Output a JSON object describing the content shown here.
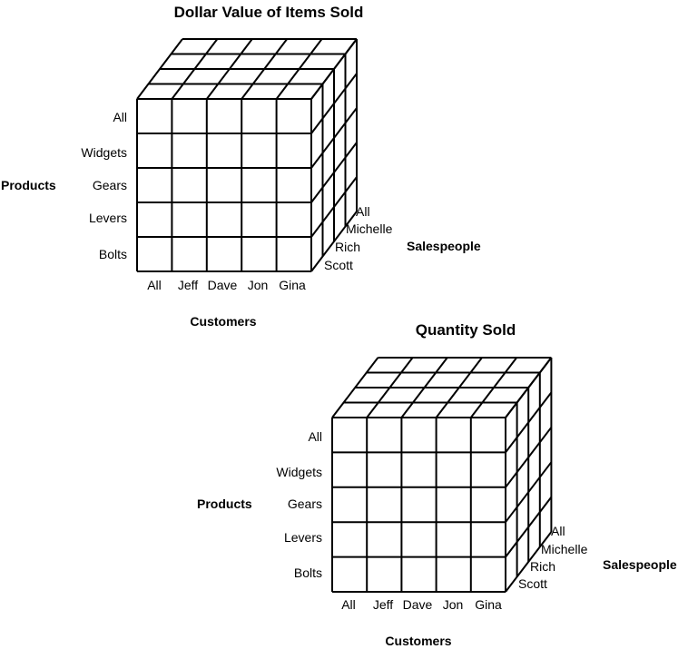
{
  "cubes": [
    {
      "title": "Dollar Value of Items Sold",
      "products_axis": "Products",
      "customers_axis": "Customers",
      "salespeople_axis": "Salespeople",
      "products": [
        "All",
        "Widgets",
        "Gears",
        "Levers",
        "Bolts"
      ],
      "customers": [
        "All",
        "Jeff",
        "Dave",
        "Jon",
        "Gina"
      ],
      "salespeople": [
        "All",
        "Michelle",
        "Rich",
        "Scott"
      ]
    },
    {
      "title": "Quantity Sold",
      "products_axis": "Products",
      "customers_axis": "Customers",
      "salespeople_axis": "Salespeople",
      "products": [
        "All",
        "Widgets",
        "Gears",
        "Levers",
        "Bolts"
      ],
      "customers": [
        "All",
        "Jeff",
        "Dave",
        "Jon",
        "Gina"
      ],
      "salespeople": [
        "All",
        "Michelle",
        "Rich",
        "Scott"
      ]
    }
  ]
}
